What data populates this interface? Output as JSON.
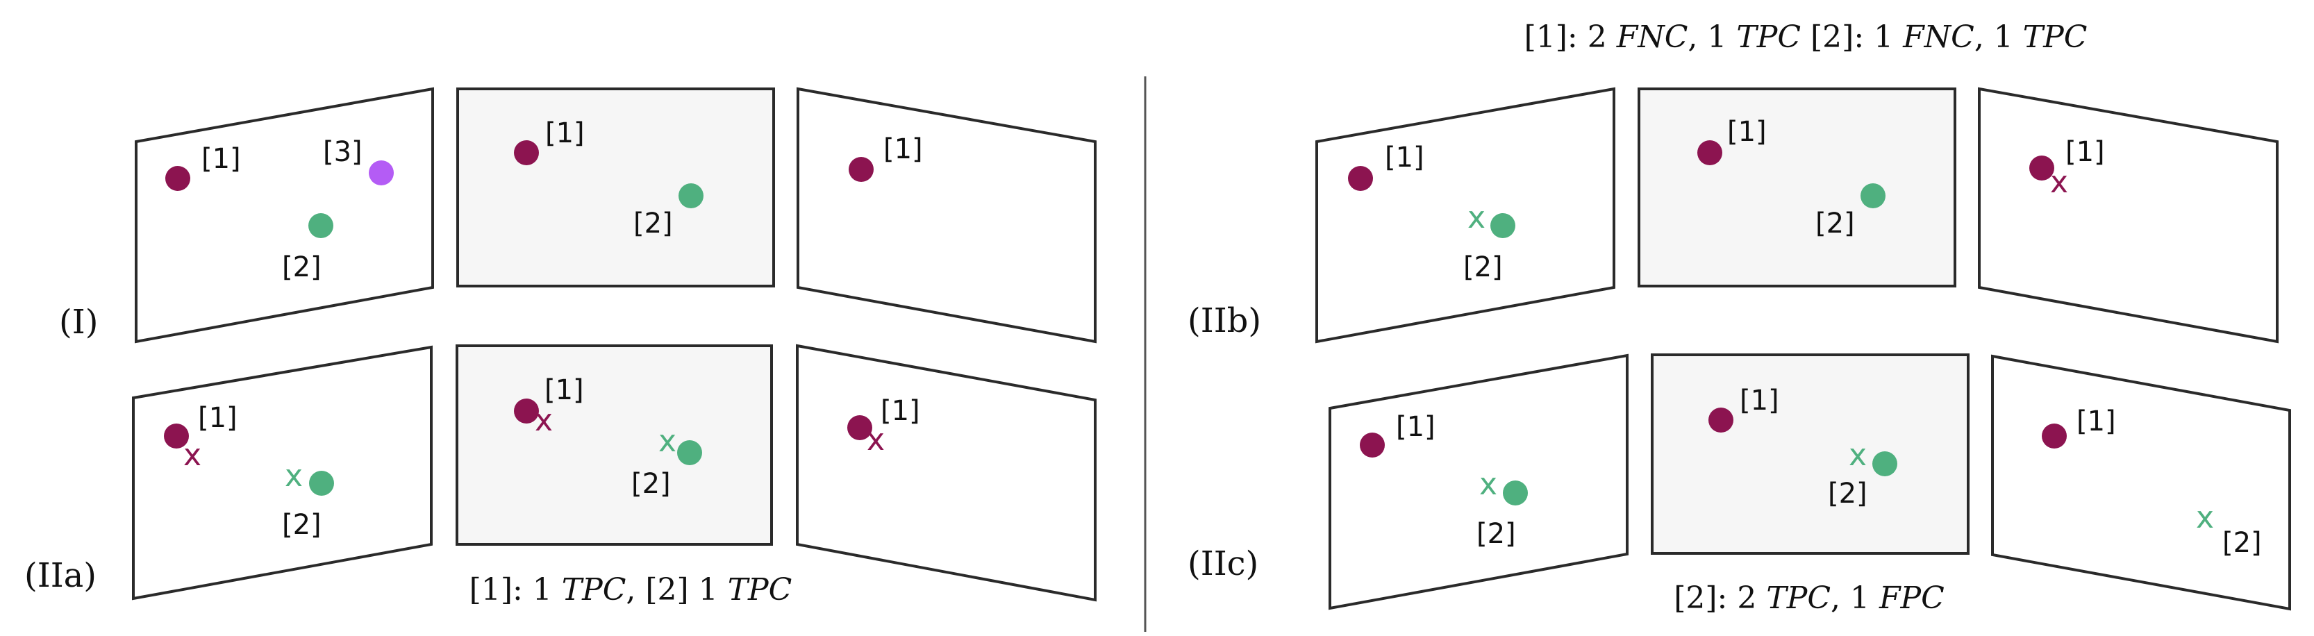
{
  "rows": {
    "I": "(I)",
    "IIa": "(IIa)",
    "IIb": "(IIb)",
    "IIc": "(IIc)"
  },
  "labels": {
    "t1": "[1]",
    "t2": "[2]",
    "t3": "[3]"
  },
  "marker_x": "x",
  "captions": {
    "IIa": {
      "p1": "[1]: 1 ",
      "m1": "TPC",
      "p2": ", [2] 1 ",
      "m2": "TPC"
    },
    "IIb": {
      "p1": "[1]: 2 ",
      "m1": "FNC",
      "p2": ", 1 ",
      "m2": "TPC",
      "p3": " [2]: 1 ",
      "m3": "FNC",
      "p4": ", 1 ",
      "m4": "TPC"
    },
    "IIc": {
      "p1": "[2]: 2 ",
      "m1": "TPC",
      "p2": ", 1 ",
      "m2": "FPC"
    }
  },
  "colors": {
    "track1": "#8c1450",
    "track2": "#4fb07f",
    "track3": "#b45cf5",
    "panel_fill_center": "#f6f6f6",
    "panel_fill_side": "#ffffff",
    "divider": "#555555"
  }
}
